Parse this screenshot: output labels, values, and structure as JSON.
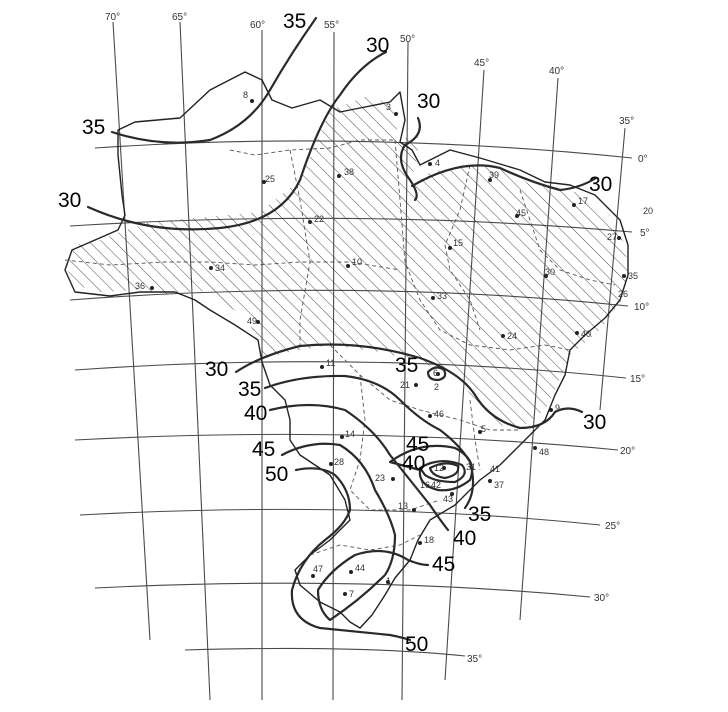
{
  "longitude_labels": [
    "70°",
    "65°",
    "60°",
    "55°",
    "50°",
    "45°",
    "40°",
    "35°"
  ],
  "latitude_labels": [
    "0°",
    "5°",
    "10°",
    "15°",
    "20°",
    "25°",
    "30°",
    "35°"
  ],
  "isoline_labels": [
    "35",
    "30",
    "30",
    "35",
    "30",
    "30",
    "30",
    "35",
    "40",
    "45",
    "50",
    "35",
    "45",
    "40",
    "30",
    "35",
    "40",
    "45",
    "50"
  ],
  "station_labels": [
    "8",
    "3",
    "4",
    "25",
    "38",
    "39",
    "17",
    "20",
    "22",
    "45",
    "27",
    "15",
    "10",
    "34",
    "36",
    "30",
    "35",
    "26",
    "33",
    "49",
    "24",
    "40",
    "11",
    "6",
    "21",
    "2",
    "9",
    "46",
    "14",
    "5",
    "48",
    "28",
    "12",
    "31",
    "41",
    "23",
    "16",
    "42",
    "37",
    "43",
    "13",
    "18",
    "47",
    "44",
    "7",
    "1"
  ],
  "hatched_region": "hatched"
}
